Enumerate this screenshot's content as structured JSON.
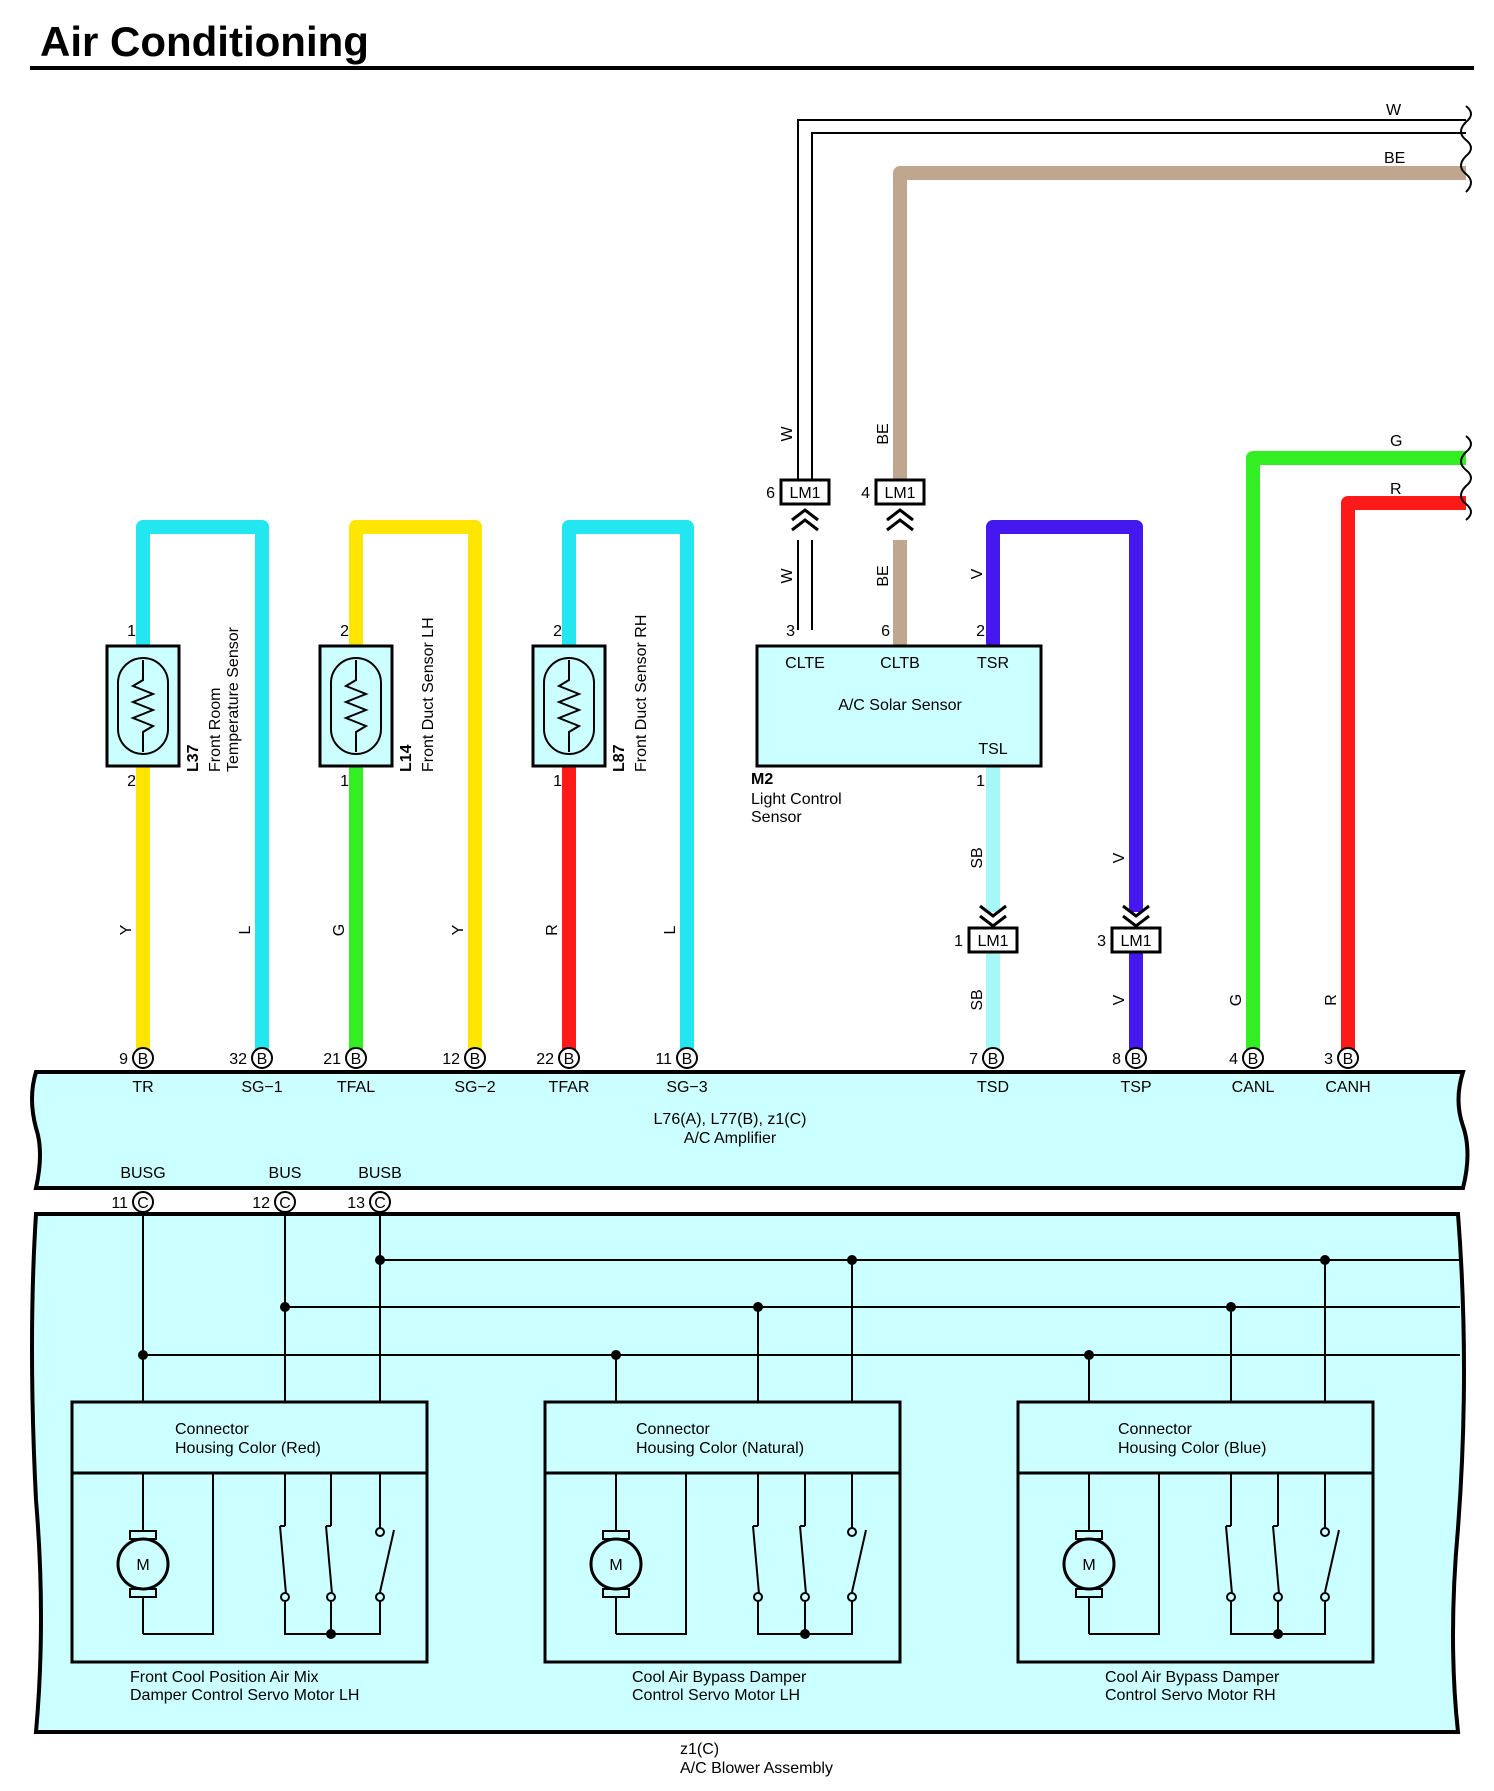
{
  "page": {
    "title": "Air Conditioning"
  },
  "colors": {
    "W": "#ffffff",
    "BE": "#bea68f",
    "L": "#22e6f0",
    "Y": "#ffe600",
    "G": "#33ee22",
    "R": "#ff1a1a",
    "V": "#4418ee",
    "SB": "#a6f7f7",
    "component_fill": "#ccffff",
    "line": "#000000"
  },
  "top_wires": [
    {
      "code": "W"
    },
    {
      "code": "BE"
    },
    {
      "code": "G"
    },
    {
      "code": "R"
    }
  ],
  "sensors": [
    {
      "id": "L37",
      "name_line1": "Front Room",
      "name_line2": "Temperature Sensor",
      "pin_top": "1",
      "pin_bottom": "2",
      "wire_bottom": "Y",
      "wire_return": "L"
    },
    {
      "id": "L14",
      "name_line1": "Front Duct Sensor LH",
      "name_line2": "",
      "pin_top": "2",
      "pin_bottom": "1",
      "wire_bottom": "G",
      "wire_return": "Y"
    },
    {
      "id": "L87",
      "name_line1": "Front Duct Sensor RH",
      "name_line2": "",
      "pin_top": "2",
      "pin_bottom": "1",
      "wire_bottom": "R",
      "wire_return": "L"
    }
  ],
  "solar_sensor": {
    "id": "M2",
    "name_line1": "Light Control",
    "name_line2": "Sensor",
    "inner_label": "A/C Solar Sensor",
    "terminals": [
      {
        "label": "CLTE",
        "pin": "3",
        "wire": "W"
      },
      {
        "label": "CLTB",
        "pin": "6",
        "wire": "BE"
      },
      {
        "label": "TSR",
        "pin": "2",
        "wire": "V"
      },
      {
        "label": "TSL",
        "pin": "1",
        "wire": "SB"
      }
    ]
  },
  "connectors": [
    {
      "id": "LM1",
      "pin": "6",
      "wire": "W"
    },
    {
      "id": "LM1",
      "pin": "4",
      "wire": "BE"
    },
    {
      "id": "LM1",
      "pin": "1",
      "wire": "SB"
    },
    {
      "id": "LM1",
      "pin": "3",
      "wire": "V"
    }
  ],
  "amplifier": {
    "id_line": "L76(A), L77(B), z1(C)",
    "name": "A/C Amplifier",
    "pins": [
      {
        "num": "9",
        "conn": "B",
        "label": "TR",
        "wire": "Y"
      },
      {
        "num": "32",
        "conn": "B",
        "label": "SG−1",
        "wire": "L"
      },
      {
        "num": "21",
        "conn": "B",
        "label": "TFAL",
        "wire": "G"
      },
      {
        "num": "12",
        "conn": "B",
        "label": "SG−2",
        "wire": "Y"
      },
      {
        "num": "22",
        "conn": "B",
        "label": "TFAR",
        "wire": "R"
      },
      {
        "num": "11",
        "conn": "B",
        "label": "SG−3",
        "wire": "L"
      },
      {
        "num": "7",
        "conn": "B",
        "label": "TSD",
        "wire": "SB"
      },
      {
        "num": "8",
        "conn": "B",
        "label": "TSP",
        "wire": "V"
      },
      {
        "num": "4",
        "conn": "B",
        "label": "CANL",
        "wire": "G"
      },
      {
        "num": "3",
        "conn": "B",
        "label": "CANH",
        "wire": "R"
      }
    ],
    "bus_pins": [
      {
        "num": "11",
        "conn": "C",
        "label": "BUSG"
      },
      {
        "num": "12",
        "conn": "C",
        "label": "BUS"
      },
      {
        "num": "13",
        "conn": "C",
        "label": "BUSB"
      }
    ]
  },
  "blower": {
    "id": "z1(C)",
    "name": "A/C Blower Assembly",
    "motor_symbol": "M",
    "motors": [
      {
        "housing_line1": "Connector",
        "housing_line2": "Housing Color (Red)",
        "name_line1": "Front Cool Position Air Mix",
        "name_line2": "Damper Control Servo Motor LH"
      },
      {
        "housing_line1": "Connector",
        "housing_line2": "Housing Color (Natural)",
        "name_line1": "Cool Air Bypass Damper",
        "name_line2": "Control Servo Motor LH"
      },
      {
        "housing_line1": "Connector",
        "housing_line2": "Housing Color (Blue)",
        "name_line1": "Cool Air Bypass Damper",
        "name_line2": "Control Servo Motor RH"
      }
    ]
  }
}
